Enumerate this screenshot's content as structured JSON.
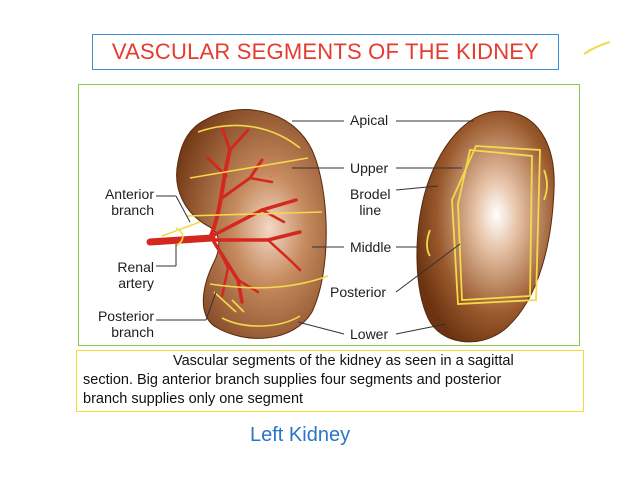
{
  "title": "VASCULAR SEGMENTS OF THE KIDNEY",
  "labels": {
    "left": {
      "anterior_branch": "Anterior\nbranch",
      "renal_artery": "Renal\nartery",
      "posterior_branch": "Posterior\nbranch"
    },
    "right": {
      "apical": "Apical",
      "upper": "Upper",
      "brodel_line": "Brodel\nline",
      "middle": "Middle",
      "posterior": "Posterior",
      "lower": "Lower"
    }
  },
  "caption": {
    "line1": "Vascular segments of the kidney as seen in a sagittal",
    "line2": "section. Big anterior branch supplies four segments and posterior",
    "line3": "branch supplies only one segment"
  },
  "subtitle": "Left Kidney",
  "colors": {
    "title_text": "#e63b2e",
    "title_border": "#3a8fd8",
    "frame_border": "#8cc84b",
    "caption_border": "#f2dc37",
    "subtitle": "#2a74c9",
    "kidney": "#8a4a1e",
    "artery": "#d4281f",
    "annotation": "#f4d94a"
  }
}
